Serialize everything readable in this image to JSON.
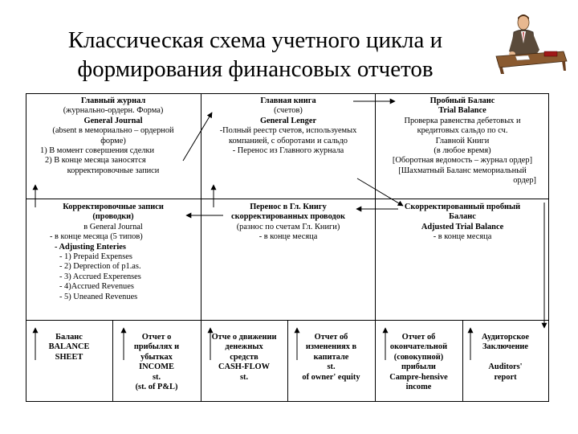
{
  "title": {
    "line1": "Классическая схема учетного цикла и",
    "line2": "формирования финансовых отчетов"
  },
  "row1": {
    "journal": {
      "heading": "Главный журнал",
      "sub": "(журнально-ордерн. Форма)",
      "en": "General Journal",
      "note1": "(absent в мемориально – ордерной",
      "note2": "форме)",
      "item1": "1)    В момент совершения сделки",
      "item2": "2)     В конце месяца заносятся",
      "item3": "корректировочные записи"
    },
    "ledger": {
      "heading": "Главная книга",
      "sub": "(счетов)",
      "en": "General Lenger",
      "line1": "-Полный реестр счетов, используемых",
      "line2": "компанией, с оборотами и сальдо",
      "line3": "- Перенос из Главного журнала"
    },
    "trial": {
      "heading": "Пробный Баланс",
      "en": "Trial Balance",
      "line1": "Проверка равенства дебетовых и",
      "line2": "кредитовых сальдо по сч.",
      "line3": "Главной Книги",
      "line4": "(в любое время)",
      "line5": "[Оборотная ведомость – журнал ордер]",
      "line6": "[Шахматный Баланс    мемориальный",
      "line7": "ордер]"
    }
  },
  "row2": {
    "adjusting": {
      "heading1": "Корректировочные записи",
      "heading2": "(проводки)",
      "line1": "в General Journal",
      "line2": "-         в конце месяца (5 типов)",
      "line3": "-         Adjusting Enteries",
      "item1": "-         1) Prepaid Expenses",
      "item2": "-         2) Deprection of p1.as.",
      "item3": "-         3) Accrued Experenses",
      "item4": "-           4)Accrued  Revenues",
      "item5": "-           5) Uneaned Revenues"
    },
    "transfer": {
      "heading1": "Перенос в Гл. Книгу",
      "heading2": "скорректированных проводок",
      "line1": "(разнос по счетам Гл. Книги)",
      "line2": "- в конце месяца"
    },
    "adjusted": {
      "heading1": "Скорректированный пробный",
      "heading2": "Баланс",
      "en": "Adjusted Trial Balance",
      "line1": "- в конце месяца"
    }
  },
  "row3": [
    {
      "lines": [
        "Баланс",
        "BALANCE",
        "SHEET"
      ]
    },
    {
      "lines": [
        "Отчет о",
        "прибылях и",
        "убытках",
        "INCOME",
        "st.",
        "(st. of  P&L)"
      ]
    },
    {
      "lines": [
        "Отче о движении",
        "денежных",
        "средств",
        "CASH-FLOW",
        "st."
      ]
    },
    {
      "lines": [
        "Отчет об",
        "изменениях в",
        "капитале",
        "st.",
        "of owner' equity"
      ]
    },
    {
      "lines": [
        "Отчет об",
        "окончательной",
        "(совокупной)",
        "прибыли",
        "Campre-hensive",
        "income"
      ]
    },
    {
      "lines": [
        "Аудиторское",
        "Заключение",
        "",
        "Auditors'",
        "report"
      ]
    }
  ],
  "icons": {
    "clipart": "businessman-at-desk-icon"
  }
}
